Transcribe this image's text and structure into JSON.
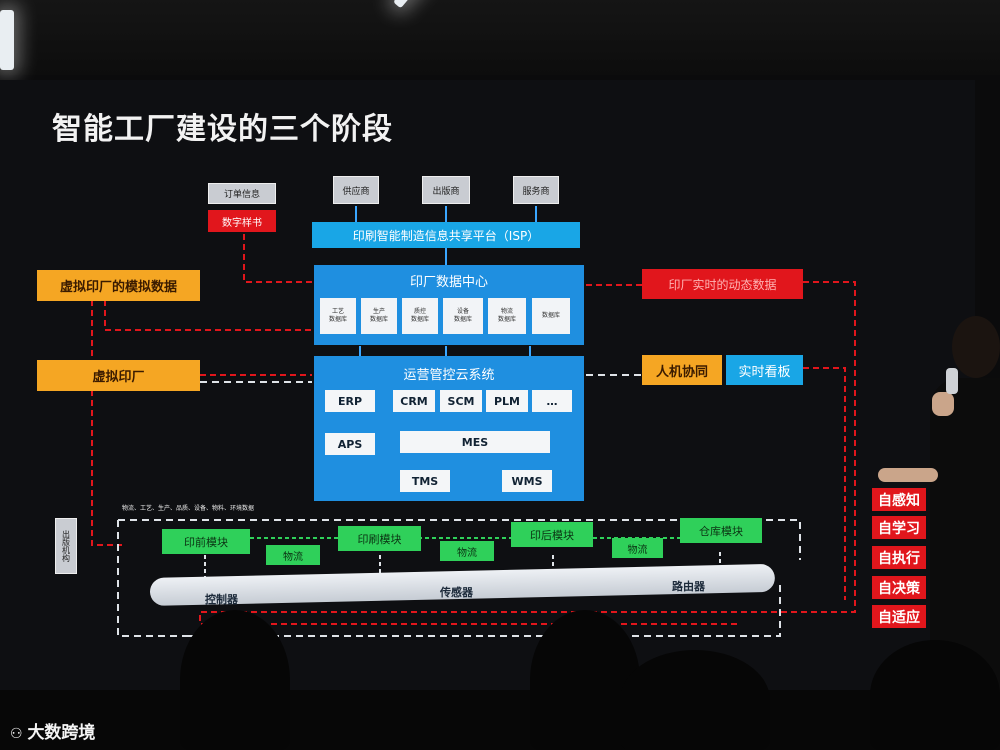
{
  "title": "智能工厂建设的三个阶段",
  "top_inputs": {
    "order_info": "订单信息",
    "digital_sample": "数字样书",
    "supplier": "供应商",
    "publisher": "出版商",
    "service": "服务商"
  },
  "isp_platform": "印刷智能制造信息共享平台（ISP）",
  "data_center": {
    "title": "印厂数据中心",
    "tiles": [
      "工艺\n数据库",
      "生产\n数据库",
      "质控\n数据库",
      "设备\n数据库",
      "物流\n数据库",
      "数据库"
    ]
  },
  "left": {
    "virtual_data": "虚拟印厂的模拟数据",
    "virtual_factory": "虚拟印厂"
  },
  "right": {
    "realtime_data": "印厂实时的动态数据",
    "human_machine": "人机协同",
    "realtime_board": "实时看板"
  },
  "ops_cloud": {
    "title": "运营管控云系统",
    "modules": {
      "erp": "ERP",
      "crm": "CRM",
      "scm": "SCM",
      "plm": "PLM",
      "more": "…",
      "aps": "APS",
      "mes": "MES",
      "tms": "TMS",
      "wms": "WMS"
    }
  },
  "logistics_note": "物流、工艺、生产、品质、设备、物料、环境数据",
  "left_vertical": "出版机构",
  "modules_row": {
    "prepress": "印前模块",
    "printing": "印刷模块",
    "postpress": "印后模块",
    "warehouse": "仓库模块",
    "logistics": "物流"
  },
  "bus": {
    "controller": "控制器",
    "sensor": "传感器",
    "router": "路由器"
  },
  "right_features": [
    "自感知",
    "自学习",
    "自执行",
    "自决策",
    "自适应"
  ],
  "watermark": "大数跨境",
  "colors": {
    "red": "#e1161c",
    "orange": "#f5a623",
    "blue": "#1e90e0",
    "green": "#2fd05a",
    "cyan": "#19a6e6"
  }
}
